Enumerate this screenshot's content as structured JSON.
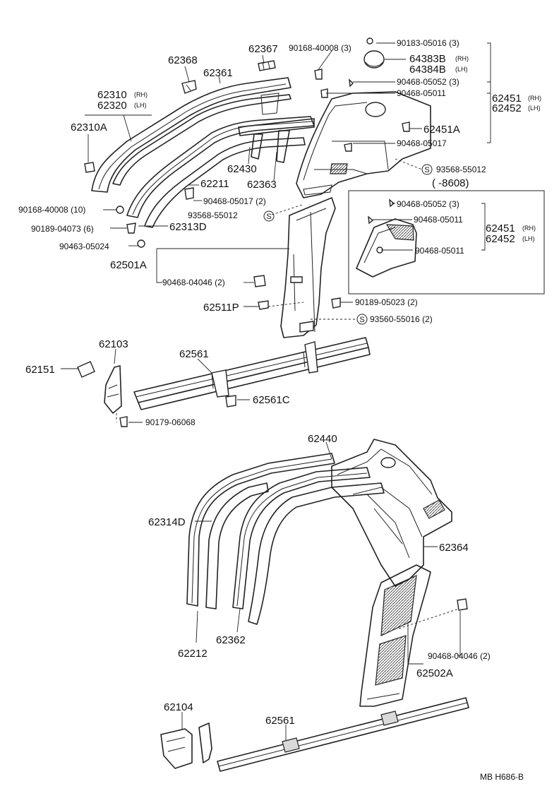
{
  "labels": {
    "p90183_05016": "90183-05016 (3)",
    "p64383b": "64383B",
    "p64383b_side": "(RH)",
    "p64384b": "64384B",
    "p64384b_side": "(LH)",
    "p90468_05052_a": "90468-05052 (3)",
    "p90468_05011_a": "90468-05011",
    "p62451": "62451",
    "p62451_side": "(RH)",
    "p62452": "62452",
    "p62452_side": "(LH)",
    "p62451a": "62451A",
    "p90468_05017_a": "90468-05017",
    "p93568_55012_a": "93568-55012",
    "p8608": "(     -8608)",
    "p62367": "62367",
    "p90168_40008_a": "90168-40008 (3)",
    "p62368": "62368",
    "p62361": "62361",
    "p62310": "62310",
    "p62310_side": "(RH)",
    "p62320": "62320",
    "p62320_side": "(LH)",
    "p62310a": "62310A",
    "p62430": "62430",
    "p62363": "62363",
    "p62211": "62211",
    "p90468_05017_b": "90468-05017 (2)",
    "p93568_55012_b": "93568-55012",
    "p90168_40008_b": "90168-40008 (10)",
    "p90189_04073": "90189-04073 (6)",
    "p62313d": "62313D",
    "p90463_05024": "90463-05024",
    "p62501a": "62501A",
    "p90468_04046_a": "90468-04046 (2)",
    "p62511p": "62511P",
    "p90468_05052_b": "90468-05052 (3)",
    "p90468_05011_b": "90468-05011",
    "p62451_b": "62451",
    "p62451_b_side": "(RH)",
    "p62452_b": "62452",
    "p62452_b_side": "(LH)",
    "p90468_05011_c": "90468-05011",
    "p90189_05023": "90189-05023 (2)",
    "p93560_55016": "93560-55016 (2)",
    "p62103": "62103",
    "p62561_a": "62561",
    "p62151": "62151",
    "p62561c": "62561C",
    "p90179_06068": "90179-06068",
    "p62440": "62440",
    "p62314d": "62314D",
    "p62364": "62364",
    "p62212": "62212",
    "p62362": "62362",
    "p90468_04046_b": "90468-04046 (2)",
    "p62502a": "62502A",
    "p62104": "62104",
    "p62561_b": "62561",
    "code": "MB  H686-B"
  },
  "symbols": {
    "s_symbol": "S"
  }
}
